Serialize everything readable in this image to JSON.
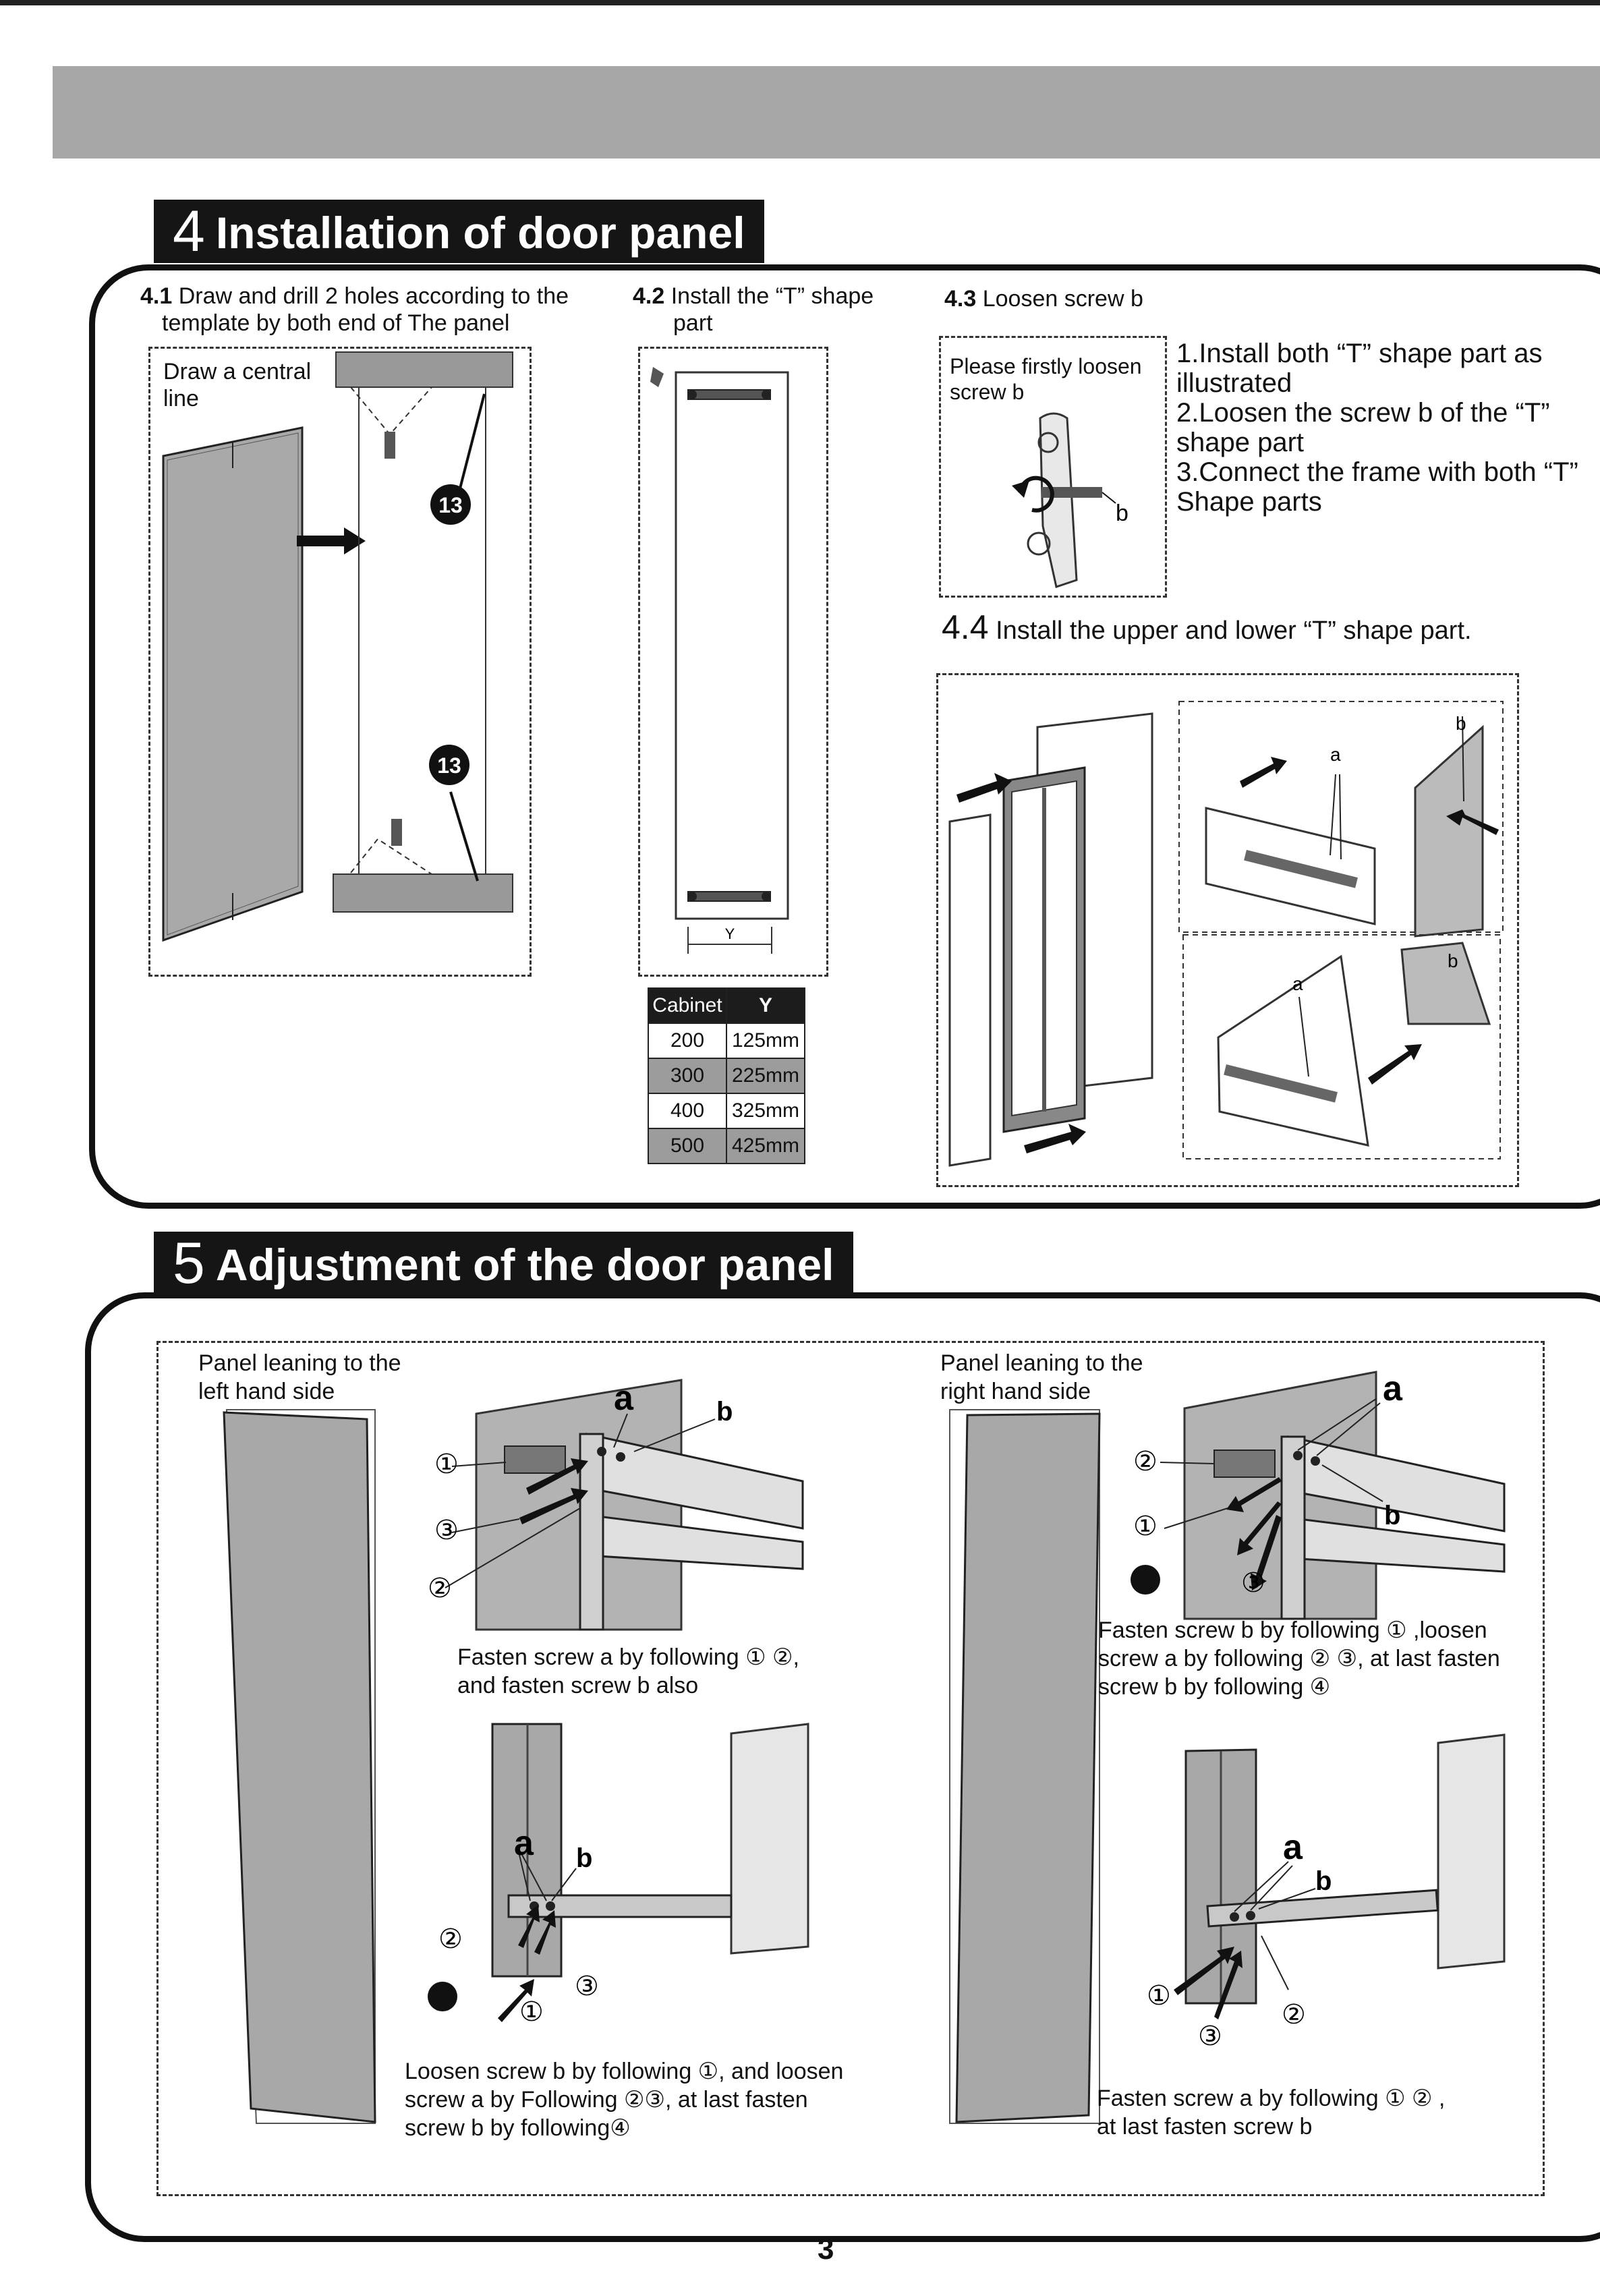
{
  "section4": {
    "number": "4",
    "title": "Installation of door panel",
    "step1": {
      "num": "4.1",
      "line1": "Draw and drill 2 holes according to the",
      "line2": "template by both end of The panel"
    },
    "step1_draw_label_1": "Draw a central",
    "step1_draw_label_2": "line",
    "badge": "13",
    "step2": {
      "num": "4.2",
      "line1": "Install the “T” shape",
      "line2": "part"
    },
    "y_label": "Y",
    "table": {
      "headers": [
        "Cabinet",
        "Y"
      ],
      "rows": [
        [
          "200",
          "125mm"
        ],
        [
          "300",
          "225mm"
        ],
        [
          "400",
          "325mm"
        ],
        [
          "500",
          "425mm"
        ]
      ]
    },
    "step3": {
      "num": "4.3",
      "text": "Loosen screw b"
    },
    "note_1": "Please firstly loosen",
    "note_2": "screw b",
    "screw_label": "b",
    "instructions": [
      "1.Install both “T” shape part as",
      "illustrated",
      "2.Loosen the screw b of the “T”",
      "shape part",
      "3.Connect the frame with both “T”",
      "Shape parts"
    ],
    "step4": {
      "num": "4.4",
      "text": "Install the upper and lower “T” shape part."
    },
    "label_a": "a",
    "label_b": "b"
  },
  "section5": {
    "number": "5",
    "title": "Adjustment of the door panel",
    "left_heading_1": "Panel leaning to the",
    "left_heading_2": "left hand side",
    "right_heading_1": "Panel leaning to the",
    "right_heading_2": "right hand side",
    "c1": "①",
    "c2": "②",
    "c3": "③",
    "label_a": "a",
    "label_b": "b",
    "left_top_caption_1": "Fasten screw a by following ① ②,",
    "left_top_caption_2": "and fasten screw b also",
    "left_bottom_caption_1": "Loosen screw b by following ①, and loosen",
    "left_bottom_caption_2": "screw a by Following ②③, at last fasten",
    "left_bottom_caption_3": "screw b by following④",
    "right_top_caption_1": "Fasten screw b by following ① ,loosen",
    "right_top_caption_2": "screw a by following ② ③, at last fasten",
    "right_top_caption_3": "screw b by following ④",
    "right_bottom_caption_1": "Fasten screw a by following ① ② ,",
    "right_bottom_caption_2": "at last fasten screw b"
  },
  "page_number": "3"
}
